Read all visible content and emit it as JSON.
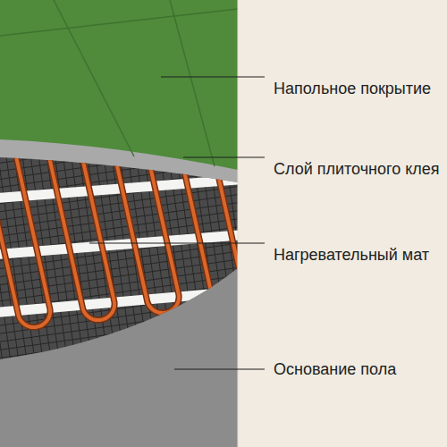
{
  "diagram": {
    "labels": [
      "Напольное покрытие",
      "Слой плиточного клея",
      "Нагревательный мат",
      "Основание пола"
    ]
  }
}
